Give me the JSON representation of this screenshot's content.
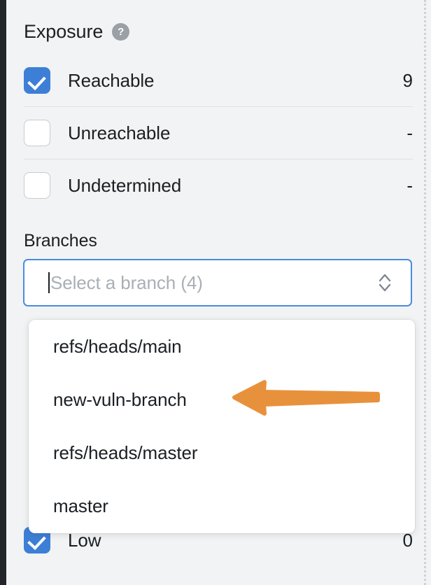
{
  "exposure": {
    "title": "Exposure",
    "help_icon": "question-mark-icon",
    "rows": [
      {
        "label": "Reachable",
        "count": "9",
        "checked": true
      },
      {
        "label": "Unreachable",
        "count": "-",
        "checked": false
      },
      {
        "label": "Undetermined",
        "count": "-",
        "checked": false
      }
    ]
  },
  "branches": {
    "label": "Branches",
    "select_placeholder": "Select a branch (4)",
    "select_icon": "up-down-chevron-icon",
    "options": [
      "refs/heads/main",
      "new-vuln-branch",
      "refs/heads/master",
      "master"
    ]
  },
  "severity_partial": {
    "label": "Low",
    "count": "0",
    "checked": true
  },
  "annotation": {
    "arrow": "left-pointing-arrow",
    "target": "new-vuln-branch",
    "color": "#e8913c"
  },
  "colors": {
    "background": "#f1f3f4",
    "checkbox_checked": "#3d7fd6",
    "focus_border": "#4a8cdd",
    "help_icon": "#9aa0a6",
    "divider": "#dfe1e5",
    "text": "#1b1f23",
    "placeholder": "#a9afb6",
    "left_rail": "#22262b"
  }
}
